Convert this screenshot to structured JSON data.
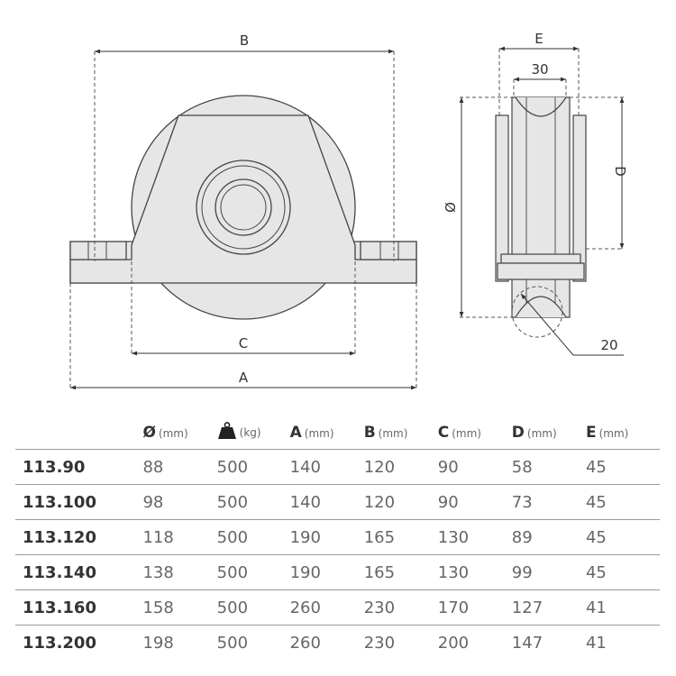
{
  "drawing": {
    "front_labels": {
      "a": "A",
      "b": "B",
      "c": "C"
    },
    "side_labels": {
      "e": "E",
      "groove": "30",
      "diameter": "Ø",
      "d": "D",
      "radius": "20"
    }
  },
  "table": {
    "columns": [
      {
        "symbol": "",
        "unit": ""
      },
      {
        "symbol": "Ø",
        "unit": "(mm)"
      },
      {
        "symbol": "",
        "unit": "(kg)",
        "icon": "weight-icon"
      },
      {
        "symbol": "A",
        "unit": "(mm)"
      },
      {
        "symbol": "B",
        "unit": "(mm)"
      },
      {
        "symbol": "C",
        "unit": "(mm)"
      },
      {
        "symbol": "D",
        "unit": "(mm)"
      },
      {
        "symbol": "E",
        "unit": "(mm)"
      }
    ],
    "rows": [
      {
        "model": "113.90",
        "values": [
          "88",
          "500",
          "140",
          "120",
          "90",
          "58",
          "45"
        ]
      },
      {
        "model": "113.100",
        "values": [
          "98",
          "500",
          "140",
          "120",
          "90",
          "73",
          "45"
        ]
      },
      {
        "model": "113.120",
        "values": [
          "118",
          "500",
          "190",
          "165",
          "130",
          "89",
          "45"
        ]
      },
      {
        "model": "113.140",
        "values": [
          "138",
          "500",
          "190",
          "165",
          "130",
          "99",
          "45"
        ]
      },
      {
        "model": "113.160",
        "values": [
          "158",
          "500",
          "260",
          "230",
          "170",
          "127",
          "41"
        ]
      },
      {
        "model": "113.200",
        "values": [
          "198",
          "500",
          "260",
          "230",
          "200",
          "147",
          "41"
        ]
      }
    ]
  }
}
